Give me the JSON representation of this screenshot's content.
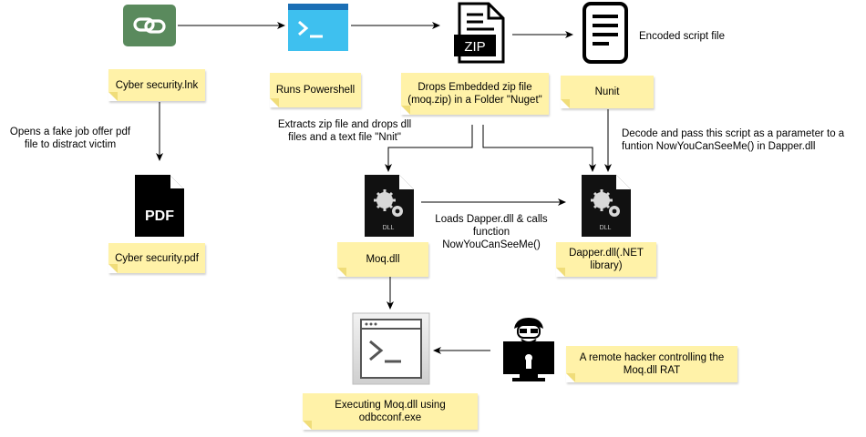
{
  "nodes": {
    "lnk_label": "Cyber security.lnk",
    "pdf_label": "Cyber security.pdf",
    "powershell_label": "Runs Powershell",
    "zip_label": "Drops Embedded zip file (moq.zip) in a Folder \"Nuget\"",
    "nunit_label": "Nunit",
    "moq_label": "Moq.dll",
    "dapper_label": "Dapper.dll(.NET library)",
    "exec_label": "Executing Moq.dll using odbcconf.exe",
    "hacker_label": "A remote hacker controlling the Moq.dll RAT"
  },
  "icons": {
    "link_icon": "link-icon",
    "pdf_icon_text": "PDF",
    "zip_icon_text": "ZIP",
    "dll_icon_text": "DLL"
  },
  "edge_labels": {
    "encoded_script": "Encoded script file",
    "fake_offer": "Opens a fake job offer pdf file to distract victim",
    "extracts": "Extracts zip file and drops dll files and a text file \"Nnit\"",
    "decode": "Decode and pass this script  as a parameter to a funtion NowYouCanSeeMe() in Dapper.dll",
    "loads": "Loads Dapper.dll & calls function NowYouCanSeeMe()"
  },
  "colors": {
    "note_fill": "#fff2a8",
    "link_icon_fill": "#5a8a5d",
    "powershell_fill": "#3ec0ef",
    "powershell_bar": "#1b6fb5"
  }
}
